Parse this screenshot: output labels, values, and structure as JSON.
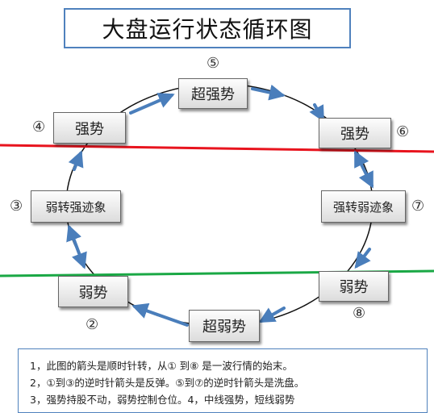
{
  "title": "大盘运行状态循环图",
  "states": {
    "s5": {
      "label": "超强势",
      "number": "⑤"
    },
    "s4": {
      "label": "强势",
      "number": "④"
    },
    "s6": {
      "label": "强势",
      "number": "⑥"
    },
    "s3": {
      "label": "弱转强迹象",
      "number": "③"
    },
    "s7": {
      "label": "强转弱迹象",
      "number": "⑦"
    },
    "s2": {
      "label": "弱势",
      "number": "②"
    },
    "s8": {
      "label": "弱势",
      "number": "⑧"
    },
    "s1": {
      "label": "超弱势",
      "number": ""
    }
  },
  "lines": {
    "upper_color": "#e8141e",
    "lower_color": "#1aa845",
    "arrow_color": "#4a7ebb"
  },
  "notes": [
    "1，此图的箭头是顺时针转，从① 到⑧ 是一波行情的始末。",
    "2，①到③的逆时针箭头是反弹。⑤到⑦的逆时针箭头是洗盘。",
    "3，强势持股不动，弱势控制仓位。4，中线强势，短线弱势"
  ]
}
